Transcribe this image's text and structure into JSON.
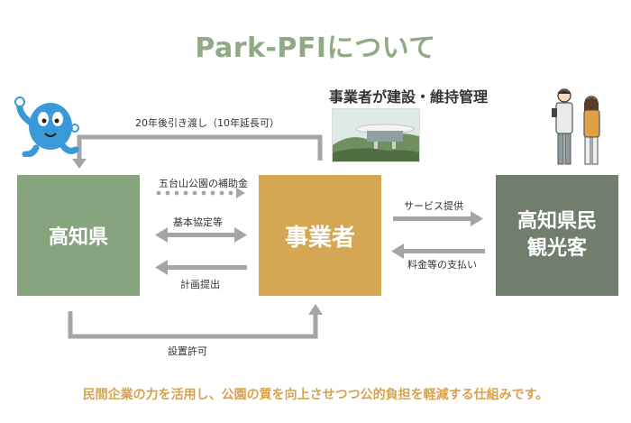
{
  "title": "Park-PFIについて",
  "operator_caption": "事業者が建設・維持管理",
  "boxes": {
    "kochi": "高知県",
    "operator": "事業者",
    "citizens_line1": "高知県民",
    "citizens_line2": "観光客"
  },
  "arrows": {
    "top": "20年後引き渡し（10年延長可）",
    "subsidy": "五台山公園の補助金",
    "agreement": "基本協定等",
    "plan": "計画提出",
    "service": "サービス提供",
    "payment": "料金等の支払い",
    "permit": "設置許可"
  },
  "footer": "民間企業の力を活用し、公園の質を向上させつつ公的負担を軽減する仕組みです。",
  "colors": {
    "title": "#8faa84",
    "kochi_box": "#86a57e",
    "operator_box": "#d6a752",
    "citizens_box": "#717d6d",
    "arrow": "#a5a5a5",
    "footer": "#d8a24c"
  },
  "icons": [
    "mascot-icon",
    "building-photo",
    "people-icon"
  ]
}
